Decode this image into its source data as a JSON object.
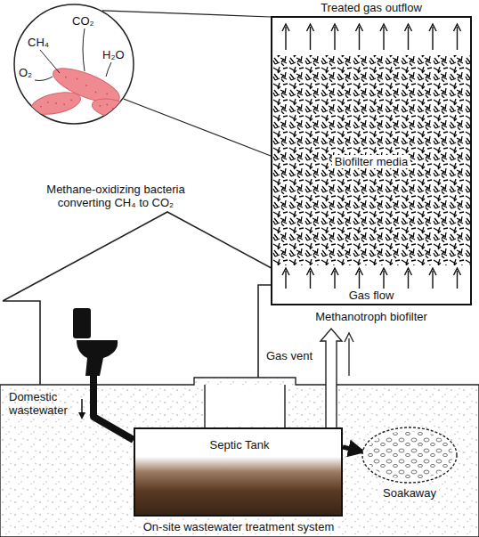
{
  "diagram": {
    "nodes": [
      {
        "text": [
          "CH₄",
          "CO₂",
          "H₂O",
          "O₂",
          "Methane-oxidizing bacteria converting CH₄ to CO₂"
        ]
      },
      {
        "text": [
          "Biofilter media",
          "Gas flow",
          "Methanotroph biofilter"
        ]
      },
      {
        "text": [
          "On-site wastewater treatment system"
        ]
      },
      {
        "text": [
          "Septic Tank"
        ],
        "in": 2
      },
      {
        "text": [
          "Soakaway"
        ],
        "in": 2
      }
    ],
    "edges": [
      {
        "from": 3,
        "to": 4,
        "arrow": "to"
      },
      {
        "from": 3,
        "to": 1,
        "label": "Gas vent",
        "arrow": "to"
      },
      {
        "from": 0,
        "to": 1,
        "arrow": "none"
      }
    ],
    "labels": [
      "Treated gas outflow",
      "Domestic wastewater"
    ]
  }
}
